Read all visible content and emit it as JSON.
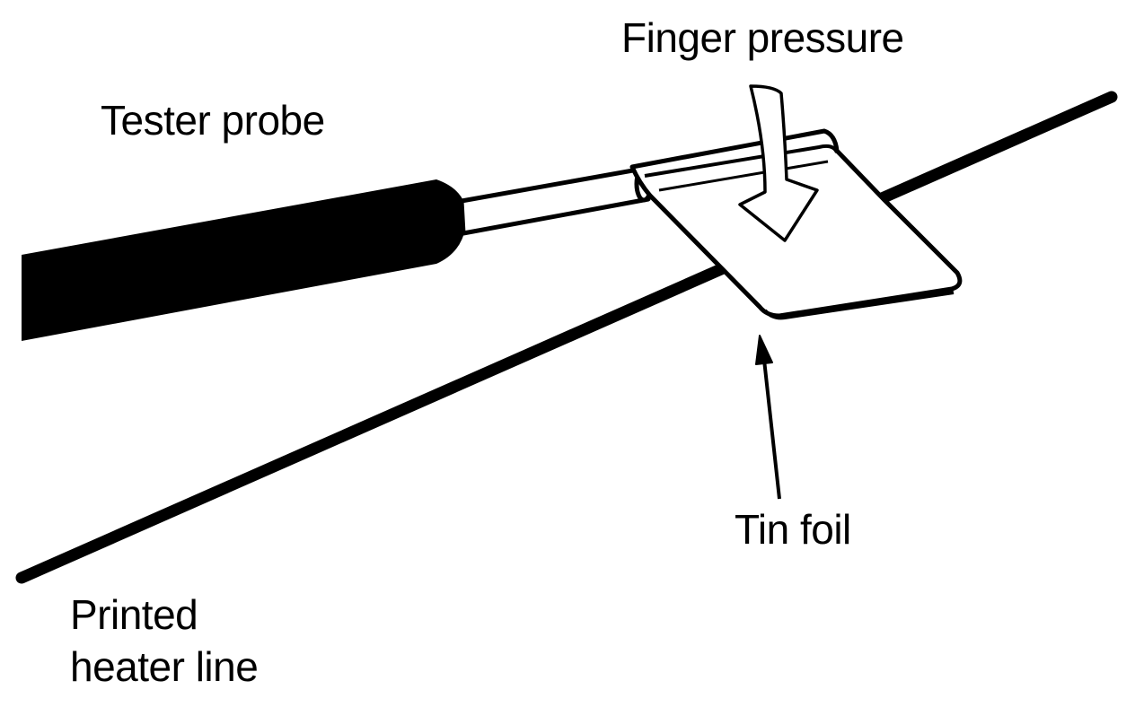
{
  "labels": {
    "finger_pressure": "Finger pressure",
    "tester_probe": "Tester probe",
    "tin_foil": "Tin foil",
    "printed_heater_line": [
      "Printed",
      "heater line"
    ]
  },
  "colors": {
    "ink": "#000000",
    "paper": "#ffffff"
  }
}
